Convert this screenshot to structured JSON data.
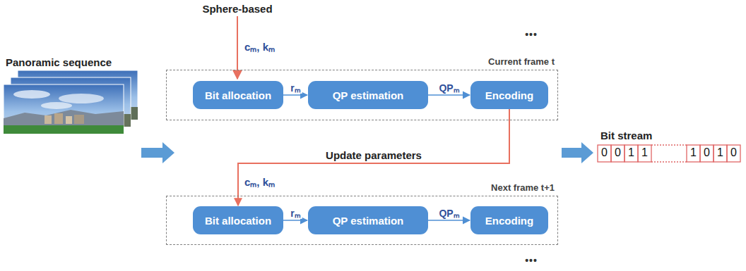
{
  "diagram": {
    "nodes": [
      {
        "text": [
          "Current frame t"
        ]
      },
      {
        "text": [
          "Bit allocation"
        ],
        "in": 0
      },
      {
        "text": [
          "QP estimation"
        ],
        "in": 0
      },
      {
        "text": [
          "Encoding"
        ],
        "in": 0
      },
      {
        "text": [
          "Next frame t+1"
        ]
      },
      {
        "text": [
          "Bit allocation"
        ],
        "in": 4
      },
      {
        "text": [
          "QP estimation"
        ],
        "in": 4
      },
      {
        "text": [
          "Encoding"
        ],
        "in": 4
      }
    ],
    "edges": [
      {
        "from": 1,
        "to": 2,
        "arrow": "to",
        "label": "rₘ"
      },
      {
        "from": 2,
        "to": 3,
        "arrow": "to",
        "label": "QPₘ"
      },
      {
        "from": 3,
        "to": 5,
        "arrow": "to",
        "label": "Update parameters"
      },
      {
        "from": 5,
        "to": 6,
        "arrow": "to",
        "label": "rₘ"
      },
      {
        "from": 6,
        "to": 7,
        "arrow": "to",
        "label": "QPₘ"
      }
    ],
    "labels": [
      "Sphere-based",
      "•••",
      "cₘ, kₘ",
      "Panoramic sequence",
      "cₘ, kₘ",
      "•••",
      "Bit stream",
      "0",
      "0",
      "1",
      "1",
      "1",
      "0",
      "1",
      "0"
    ]
  }
}
